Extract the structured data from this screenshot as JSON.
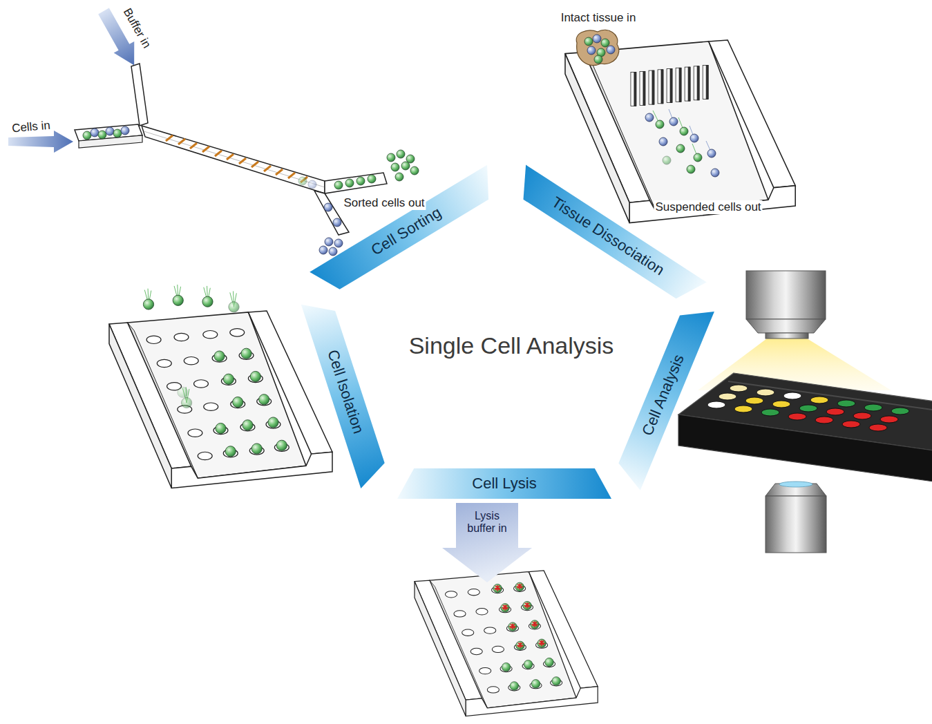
{
  "diagram": {
    "title": "Single Cell Analysis",
    "nodes": [
      {
        "text": [
          "Cell Sorting"
        ]
      },
      {
        "text": [
          "Tissue Dissociation"
        ]
      },
      {
        "text": [
          "Cell Analysis"
        ]
      },
      {
        "text": [
          "Cell Lysis"
        ]
      },
      {
        "text": [
          "Lysis buffer in"
        ]
      },
      {
        "text": [
          "Cell Isolation"
        ]
      }
    ],
    "labels": [
      "Buffer in",
      "Cells in",
      "Sorted cells out",
      "Intact tissue in",
      "Suspended cells out"
    ]
  }
}
